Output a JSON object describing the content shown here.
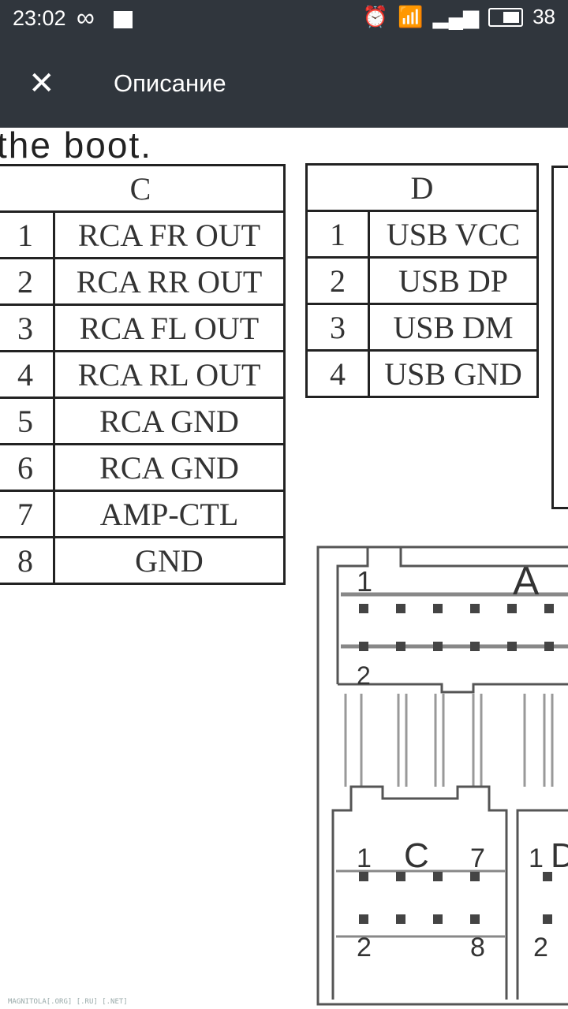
{
  "status_bar": {
    "time": "23:02",
    "battery": "38"
  },
  "toolbar": {
    "title": "Описание"
  },
  "image": {
    "partial_text": "the boot.",
    "table_c": {
      "header": "C",
      "rows": [
        [
          "1",
          "RCA FR OUT"
        ],
        [
          "2",
          "RCA RR OUT"
        ],
        [
          "3",
          "RCA FL OUT"
        ],
        [
          "4",
          "RCA RL OUT"
        ],
        [
          "5",
          "RCA GND"
        ],
        [
          "6",
          "RCA GND"
        ],
        [
          "7",
          "AMP-CTL"
        ],
        [
          "8",
          "GND"
        ]
      ]
    },
    "table_d": {
      "header": "D",
      "rows": [
        [
          "1",
          "USB VCC"
        ],
        [
          "2",
          "USB DP"
        ],
        [
          "3",
          "USB DM"
        ],
        [
          "4",
          "USB GND"
        ]
      ]
    },
    "connector_a": {
      "label": "A",
      "pin_top": "1",
      "pin_bottom": "2"
    },
    "connector_c": {
      "label": "C",
      "pin_tl": "1",
      "pin_tr": "7",
      "pin_bl": "2",
      "pin_br": "8"
    },
    "connector_d": {
      "label": "D",
      "pin_tl": "1",
      "pin_bl": "2"
    },
    "watermark": "MAGNITOLA[.ORG] [.RU] [.NET]"
  }
}
